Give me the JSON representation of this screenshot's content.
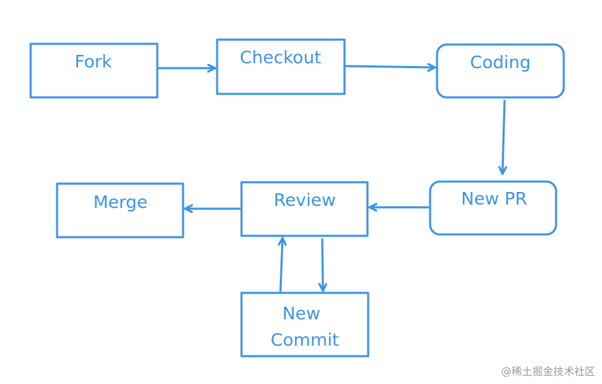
{
  "diagram": {
    "colors": {
      "stroke": "#3d94e6",
      "text": "#3d94e6",
      "background": "#ffffff",
      "watermark": "#9a9a9a"
    },
    "nodes": {
      "fork": "Fork",
      "checkout": "Checkout",
      "coding": "Coding",
      "new_pr": "New PR",
      "review": "Review",
      "merge": "Merge",
      "new_commit_line1": "New",
      "new_commit_line2": "Commit"
    },
    "edges": [
      {
        "from": "Fork",
        "to": "Checkout"
      },
      {
        "from": "Checkout",
        "to": "Coding"
      },
      {
        "from": "Coding",
        "to": "New PR"
      },
      {
        "from": "New PR",
        "to": "Review"
      },
      {
        "from": "Review",
        "to": "Merge"
      },
      {
        "from": "Review",
        "to": "New Commit"
      },
      {
        "from": "New Commit",
        "to": "Review"
      }
    ]
  },
  "watermark": "@稀土掘金技术社区"
}
